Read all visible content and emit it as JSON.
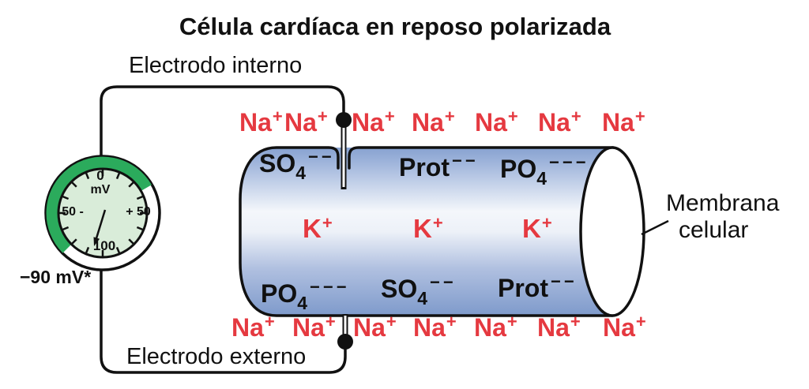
{
  "title": "Célula cardíaca en reposo polarizada",
  "electrodes": {
    "internal_label": "Electrodo interno",
    "external_label": "Electrodo externo"
  },
  "membrane_label": {
    "line1": "Membrana",
    "line2": "celular"
  },
  "meter": {
    "reading": "−90 mV*",
    "dial": {
      "top_tick": "0",
      "unit": "mV",
      "left_tick": "50 -",
      "right_tick": "+ 50",
      "bottom_tick": "100"
    }
  },
  "ions": {
    "sodium": {
      "symbol": "Na",
      "charge": "+"
    },
    "potassium": {
      "symbol": "K",
      "charge": "+"
    },
    "sulfate": {
      "base": "SO",
      "sub": "4",
      "charge": "−−"
    },
    "phosphate": {
      "base": "PO",
      "sub": "4",
      "charge": "−−−"
    },
    "protein": {
      "base": "Prot",
      "charge": "−−"
    }
  },
  "colors": {
    "ion_red": "#e53940",
    "meter_green": "#2bab5c",
    "meter_face_green": "#d9ecd9",
    "cell_blue_top": "#87a2d0",
    "cell_blue_bottom": "#7e9acb",
    "cell_highlight": "#f4f7fb",
    "outline_black": "#111111"
  }
}
